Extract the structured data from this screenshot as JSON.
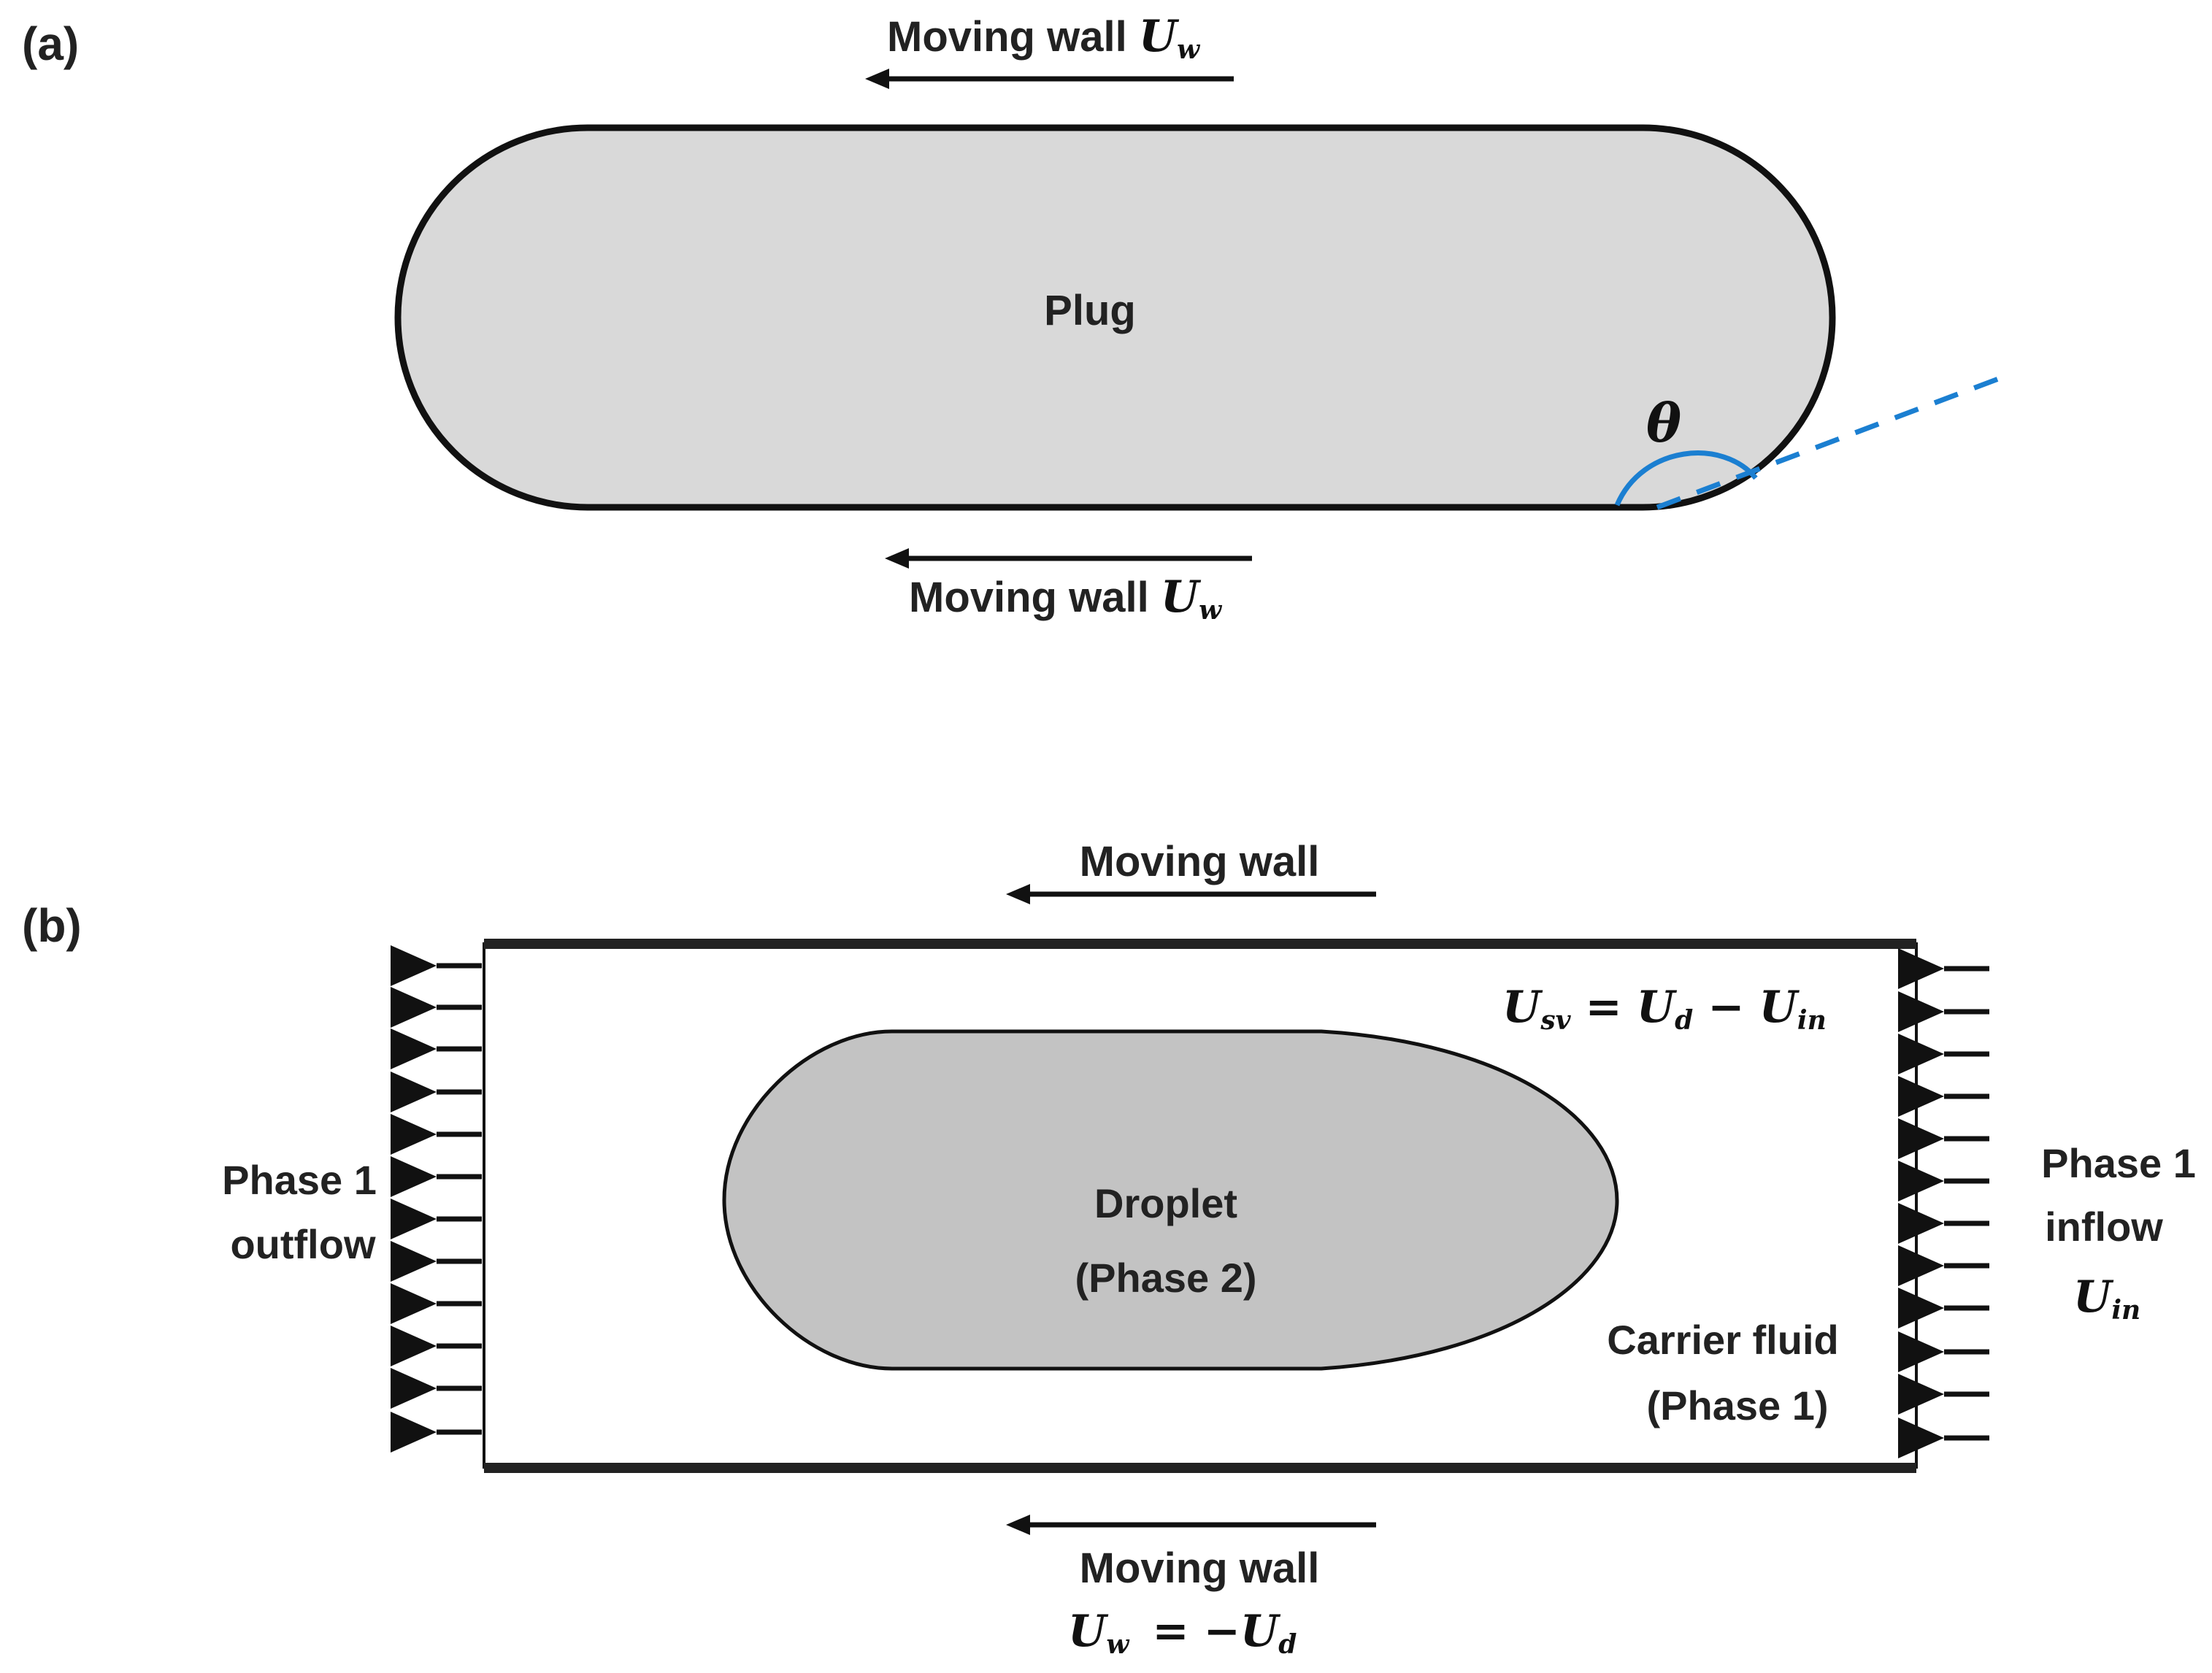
{
  "panel_a": {
    "label": "(a)",
    "top_wall": {
      "text": "Moving wall ",
      "symbol": "U",
      "subscript": "w"
    },
    "bottom_wall": {
      "text": "Moving wall ",
      "symbol": "U",
      "subscript": "w"
    },
    "plug_label": "Plug",
    "angle_label": "θ"
  },
  "panel_b": {
    "label": "(b)",
    "top_wall": "Moving wall",
    "bottom_wall": "Moving wall",
    "bottom_eq": {
      "u": "U",
      "w": "w",
      "eq": "=",
      "minus": "−",
      "d": "d"
    },
    "sv_eq": {
      "u": "U",
      "sv": "sv",
      "eq": "=",
      "d": "d",
      "minus": "−",
      "in": "in"
    },
    "droplet_line1": "Droplet",
    "droplet_line2": "(Phase 2)",
    "carrier_line1": "Carrier fluid",
    "carrier_line2": "(Phase 1)",
    "outflow_line1": "Phase 1",
    "outflow_line2": "outflow",
    "inflow_line1": "Phase 1",
    "inflow_line2": "inflow",
    "inflow_u": "U",
    "inflow_sub": "in"
  },
  "colors": {
    "plug_fill": "#d9d9d9",
    "droplet_fill": "#c3c3c3",
    "angle_blue": "#1b7fd1",
    "ink": "#111111"
  }
}
